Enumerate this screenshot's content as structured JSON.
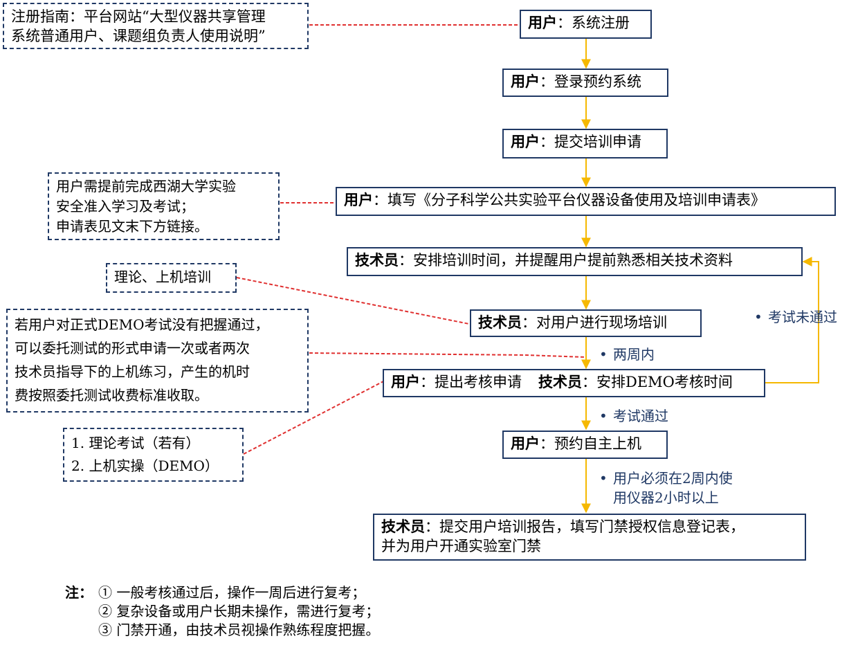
{
  "flow": {
    "step1": {
      "role": "用户",
      "sep": "：",
      "text": "系统注册"
    },
    "step2": {
      "role": "用户",
      "sep": "：",
      "text": "登录预约系统"
    },
    "step3": {
      "role": "用户",
      "sep": "：",
      "text": "提交培训申请"
    },
    "step4": {
      "role": "用户",
      "sep": "：",
      "text": "填写《分子科学公共实验平台仪器设备使用及培训申请表》"
    },
    "step5": {
      "role": "技术员",
      "sep": "：",
      "text": "安排培训时间，并提醒用户提前熟悉相关技术资料"
    },
    "step6": {
      "role": "技术员",
      "sep": "：",
      "text": "对用户进行现场培训"
    },
    "step7": {
      "role": "用户",
      "sep": "：",
      "text": "提出考核申请",
      "role2": "技术员",
      "sep2": "：",
      "text2": "安排DEMO考核时间"
    },
    "step8": {
      "role": "用户",
      "sep": "：",
      "text": "预约自主上机"
    },
    "step9": {
      "role": "技术员",
      "sep": "：",
      "line1": "提交用户培训报告，填写门禁授权信息登记表，",
      "line2": "并为用户开通实验室门禁"
    }
  },
  "notes": {
    "register": [
      "注册指南：平台网站“大型仪器共享管理",
      "系统普通用户、课题组负责人使用说明”"
    ],
    "safety": [
      "用户需提前完成西湖大学实验",
      "安全准入学习及考试；",
      "申请表见文末下方链接。"
    ],
    "training": [
      "理论、上机培训"
    ],
    "demo": [
      "若用户对正式DEMO考试没有把握通过，",
      "可以委托测试的形式申请一次或者两次",
      "技术员指导下的上机练习，产生的机时",
      "费按照委托测试收费标准收取。"
    ],
    "exam": [
      "1. 理论考试（若有）",
      "2. 上机实操（DEMO）"
    ]
  },
  "edge_labels": {
    "two_weeks": "两周内",
    "passed": "考试通过",
    "failed": "考试未通过",
    "usage": [
      "用户必须在2周内使",
      "用仪器2小时以上"
    ],
    "bullet": "•"
  },
  "footnote": {
    "head": "注：",
    "items": [
      "① 一般考核通过后，操作一周后进行复考；",
      "② 复杂设备或用户长期未操作，需进行复考；",
      "③ 门禁开通，由技术员视操作熟练程度把握。"
    ]
  },
  "colors": {
    "box_border": "#1f3864",
    "arrow": "#f5b800",
    "connector": "#e03030",
    "label": "#1f3864"
  }
}
